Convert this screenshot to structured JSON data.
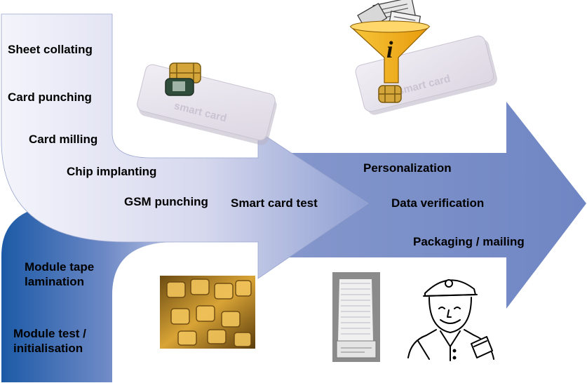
{
  "labels": {
    "sheet_collating": "Sheet collating",
    "card_punching": "Card punching",
    "card_milling": "Card milling",
    "chip_implanting": "Chip implanting",
    "gsm_punching": "GSM punching",
    "smart_card_test": "Smart card test",
    "module_tape_lamination": "Module tape lamination",
    "module_test_initialisation": "Module test / initialisation",
    "personalization": "Personalization",
    "data_verification": "Data verification",
    "packaging_mailing": "Packaging / mailing"
  },
  "card_caption_left": "smart card",
  "card_caption_right": "smart card",
  "info_symbol": "i",
  "colors": {
    "light_arrow": "#e8e8f6",
    "blue_arrow": "#7d91c9",
    "dark_blue": "#1f5da8",
    "funnel": "#f5b21a",
    "chip_gold": "#c89a2a"
  },
  "icons": [
    "smart-card-chip-icon",
    "info-funnel-icon",
    "module-tape-photo",
    "card-stack-photo",
    "mailman-illustration"
  ]
}
